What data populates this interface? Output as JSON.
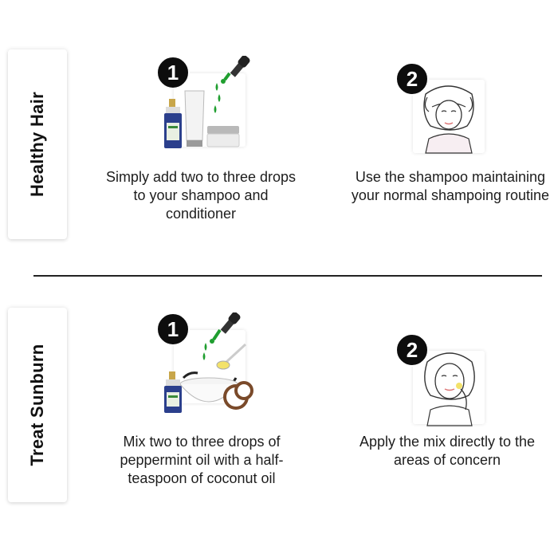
{
  "sections": [
    {
      "title": "Healthy Hair",
      "steps": [
        {
          "number": "1",
          "text": "Simply add two to three drops to your shampoo and conditioner",
          "icon": "oil-bottle-shampoo-icon"
        },
        {
          "number": "2",
          "text": "Use the shampoo maintaining your normal shampoing routine",
          "icon": "woman-washing-hair-icon"
        }
      ]
    },
    {
      "title": "Treat Sunburn",
      "steps": [
        {
          "number": "1",
          "text": "Mix two to three drops of peppermint oil with a half-teaspoon of coconut oil",
          "icon": "oil-mixing-bowl-coconut-icon"
        },
        {
          "number": "2",
          "text": "Apply the mix directly to the areas of concern",
          "icon": "woman-applying-face-icon"
        }
      ]
    }
  ],
  "colors": {
    "oil_green": "#1f9e2f",
    "bottle_blue": "#2b3f8c",
    "badge": "#0d0d0d"
  }
}
